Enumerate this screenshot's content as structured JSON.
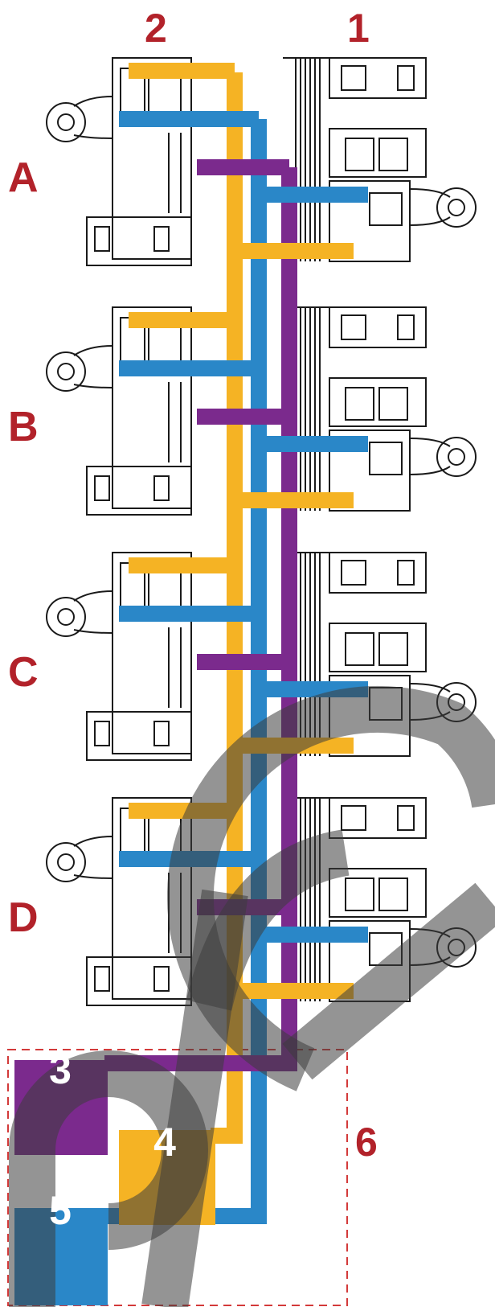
{
  "labels": {
    "column_left": "2",
    "column_right": "1",
    "rows": [
      "A",
      "B",
      "C",
      "D"
    ],
    "zone": "6"
  },
  "boxes": {
    "purple": "3",
    "orange": "4",
    "blue": "5"
  },
  "colors": {
    "orange": "#f5b324",
    "blue": "#2a87c8",
    "purple": "#7b2a8d",
    "label_red": "#b2222a",
    "outline": "#1a1a1a",
    "watermark": "rgba(60,60,60,0.55)",
    "dashed": "#d33a3a"
  },
  "watermark": "Pre"
}
